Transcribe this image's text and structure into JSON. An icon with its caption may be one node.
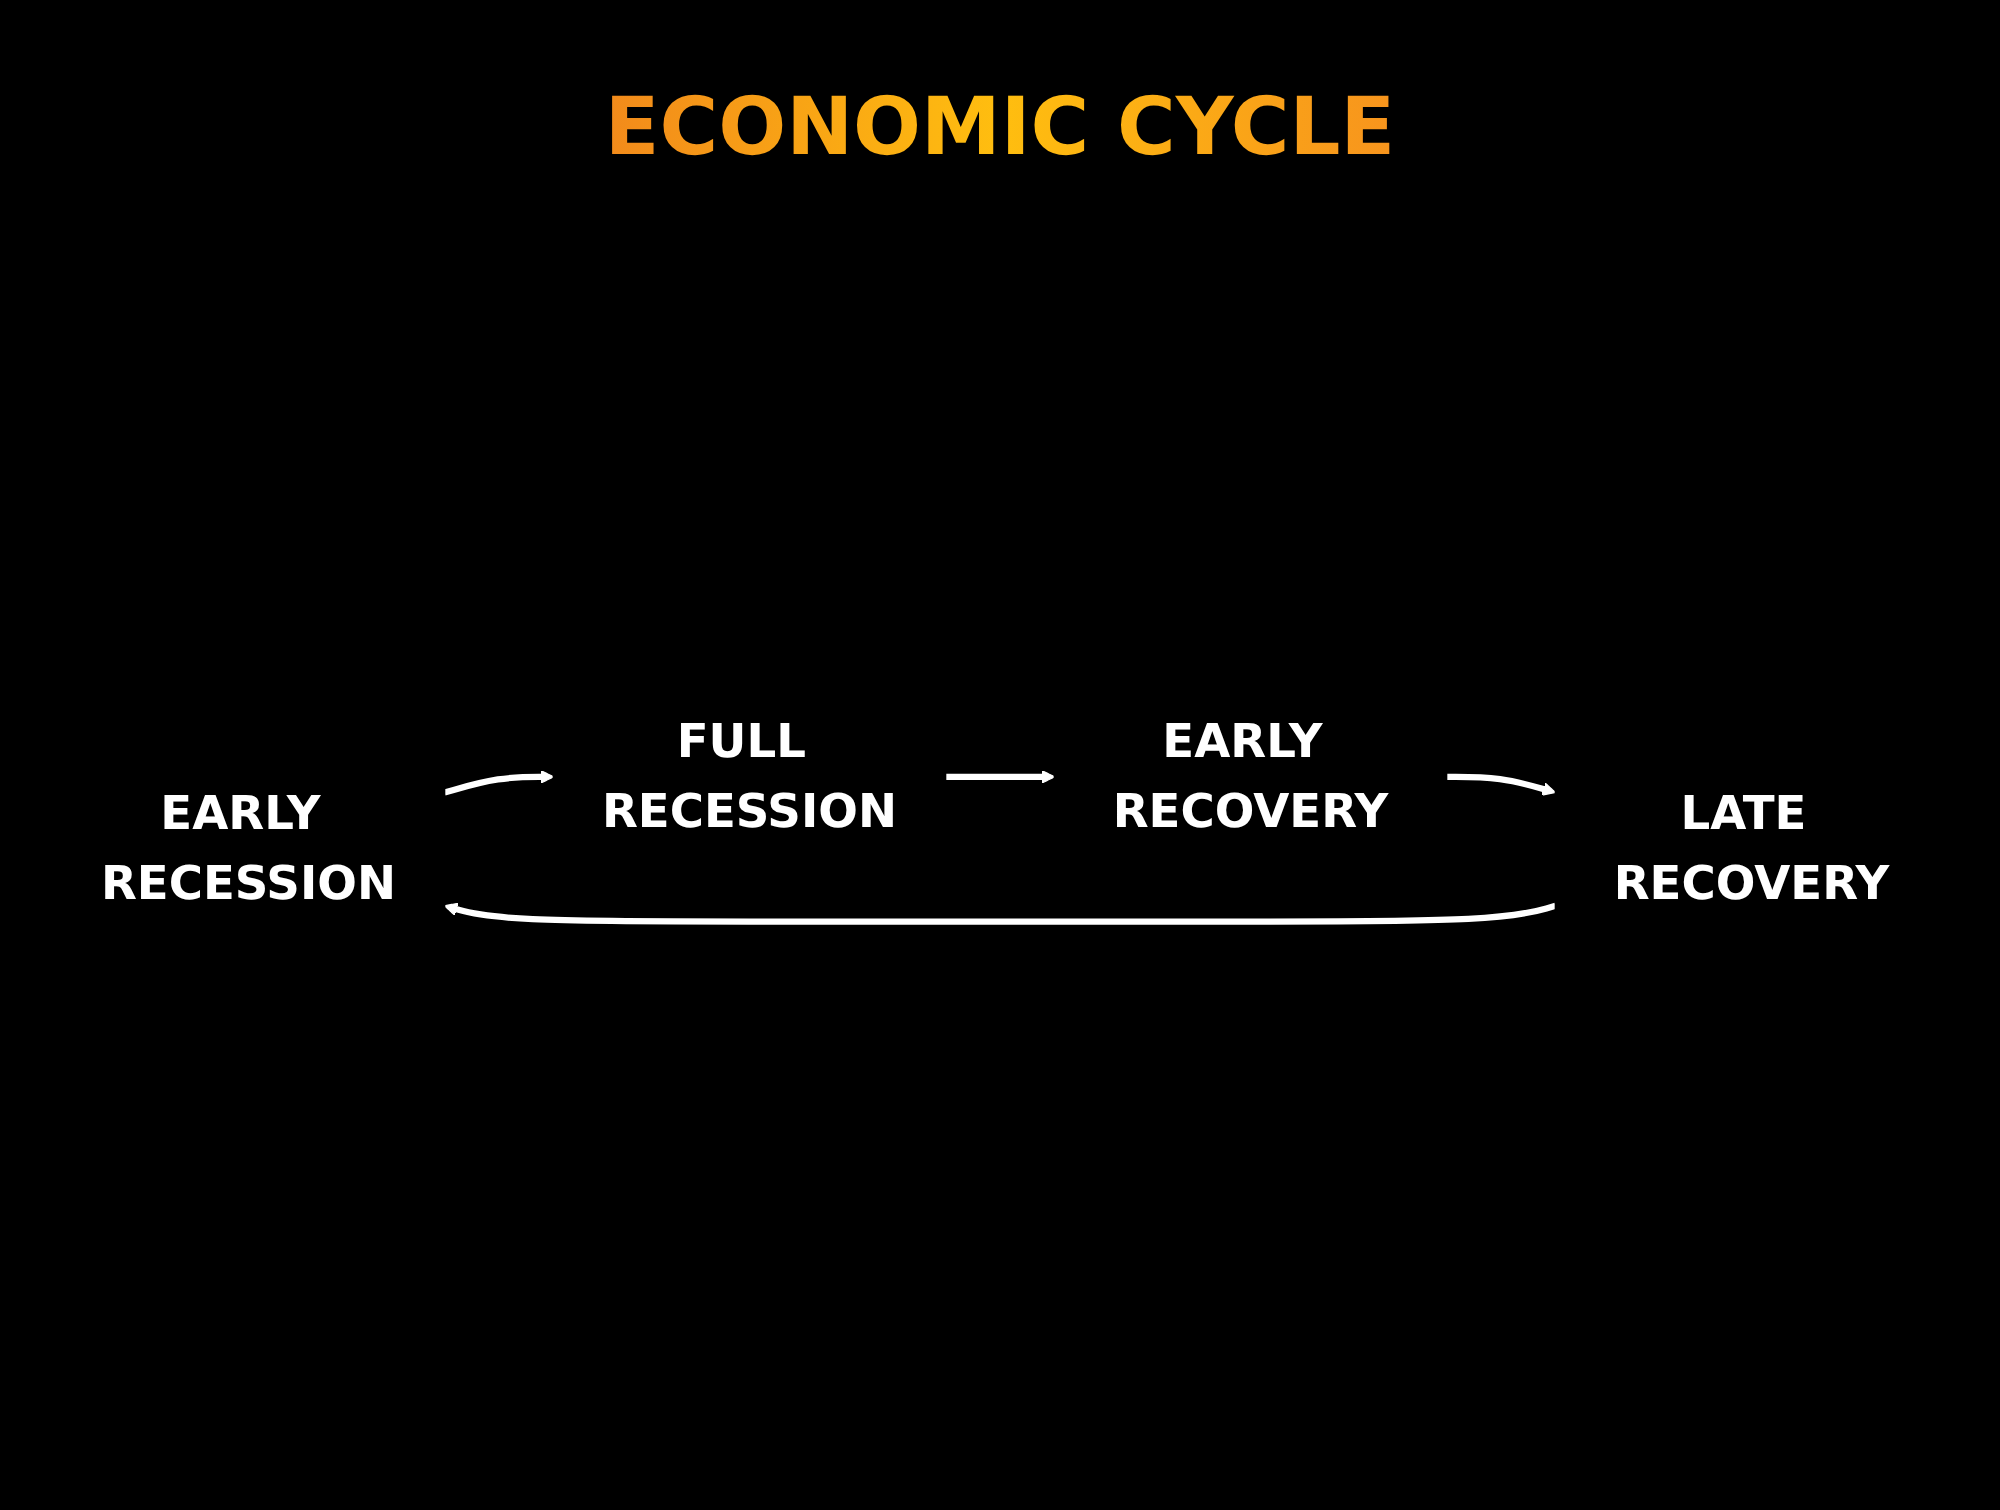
{
  "diagram": {
    "title": "ECONOMIC CYCLE",
    "nodes": [
      {
        "text": [
          "EARLY RECESSION"
        ]
      },
      {
        "text": [
          "FULL RECESSION"
        ]
      },
      {
        "text": [
          "LATE RECOVERY"
        ]
      },
      {
        "text": [
          "EARLY RECOVERY"
        ]
      }
    ],
    "edges": [
      {
        "from": 0,
        "to": 1,
        "arrow": "to"
      },
      {
        "from": 1,
        "to": 3,
        "arrow": "to"
      },
      {
        "from": 3,
        "to": 2,
        "arrow": "to"
      },
      {
        "from": 2,
        "to": 0,
        "arrow": "to"
      }
    ]
  }
}
